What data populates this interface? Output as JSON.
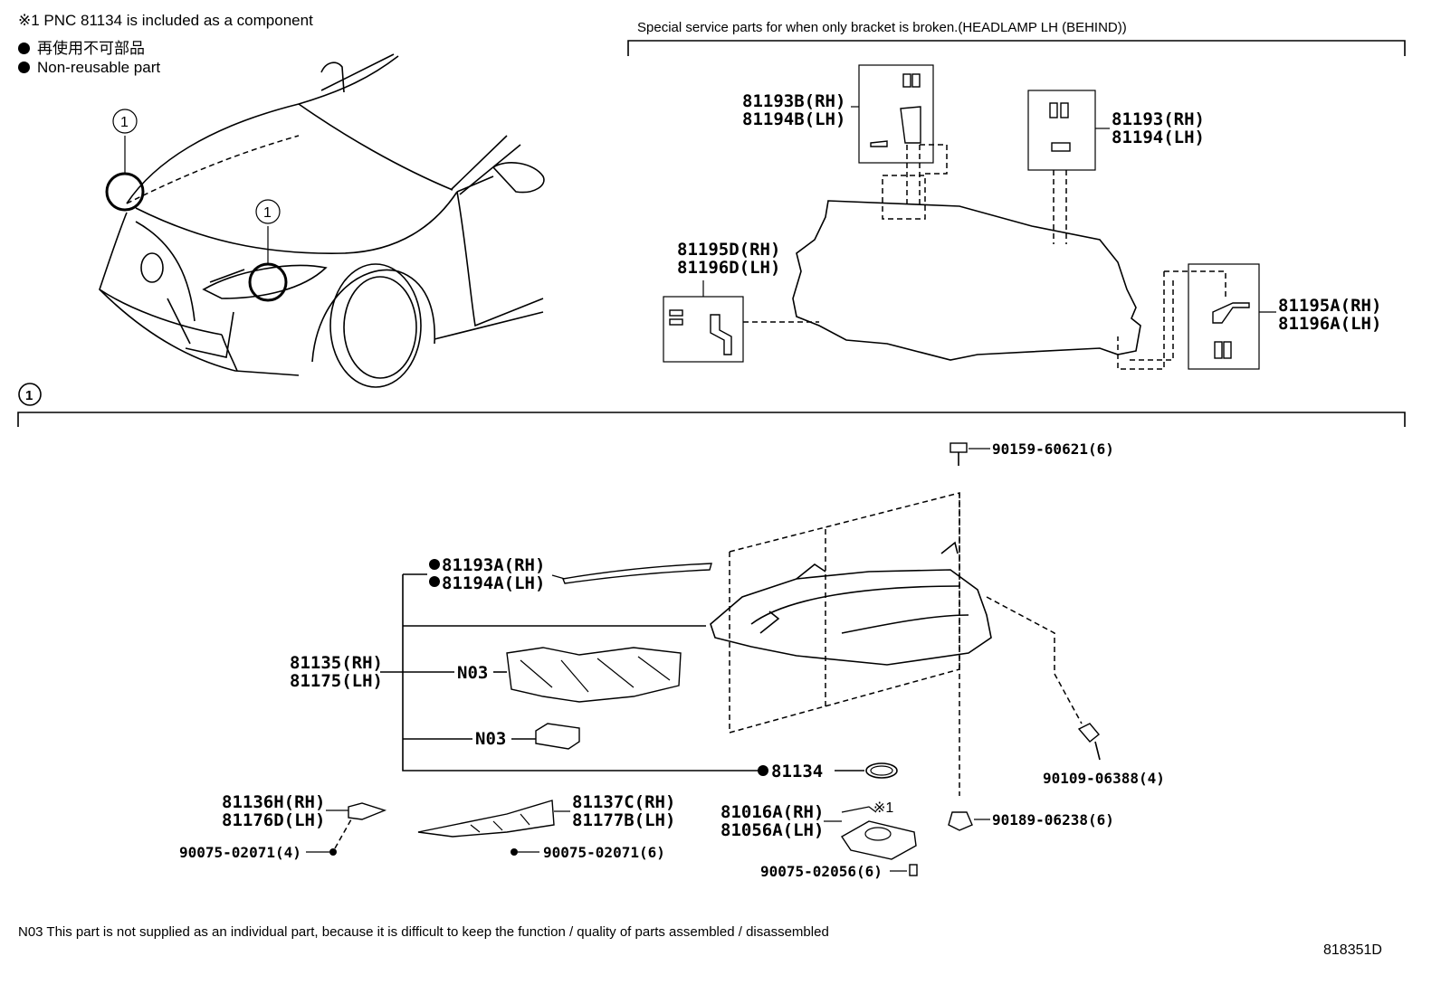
{
  "notes": {
    "component_note": "※1 PNC 81134 is included as a component",
    "nonreusable_jp": "再使用不可部品",
    "nonreusable_en": "Non-reusable part",
    "special_service": "Special service parts for when only bracket is broken.(HEADLAMP LH (BEHIND))",
    "n03_footer": "N03 This part is not supplied as an individual part, because it is difficult to keep the function / quality of parts assembled / disassembled",
    "diagram_id": "818351D"
  },
  "callouts": {
    "callout_mark": "1",
    "section_mark": "1",
    "asterisk_mark": "※1"
  },
  "parts": {
    "p81193B": "81193B(RH)",
    "p81194B": "81194B(LH)",
    "p81193": "81193(RH)",
    "p81194": "81194(LH)",
    "p81195D": "81195D(RH)",
    "p81196D": "81196D(LH)",
    "p81195A": "81195A(RH)",
    "p81196A": "81196A(LH)",
    "p90159": "90159-60621(6)",
    "p81193A": "81193A(RH)",
    "p81194A": "81194A(LH)",
    "p81135": "81135(RH)",
    "p81175": "81175(LH)",
    "n03_a": "N03",
    "n03_b": "N03",
    "p81134": "81134",
    "p90109": "90109-06388(4)",
    "p81136H": "81136H(RH)",
    "p81176D": "81176D(LH)",
    "p81137C": "81137C(RH)",
    "p81177B": "81177B(LH)",
    "p81016A": "81016A(RH)",
    "p81056A": "81056A(LH)",
    "p90189": "90189-06238(6)",
    "p90075a": "90075-02071(4)",
    "p90075b": "90075-02071(6)",
    "p90075c": "90075-02056(6)"
  }
}
